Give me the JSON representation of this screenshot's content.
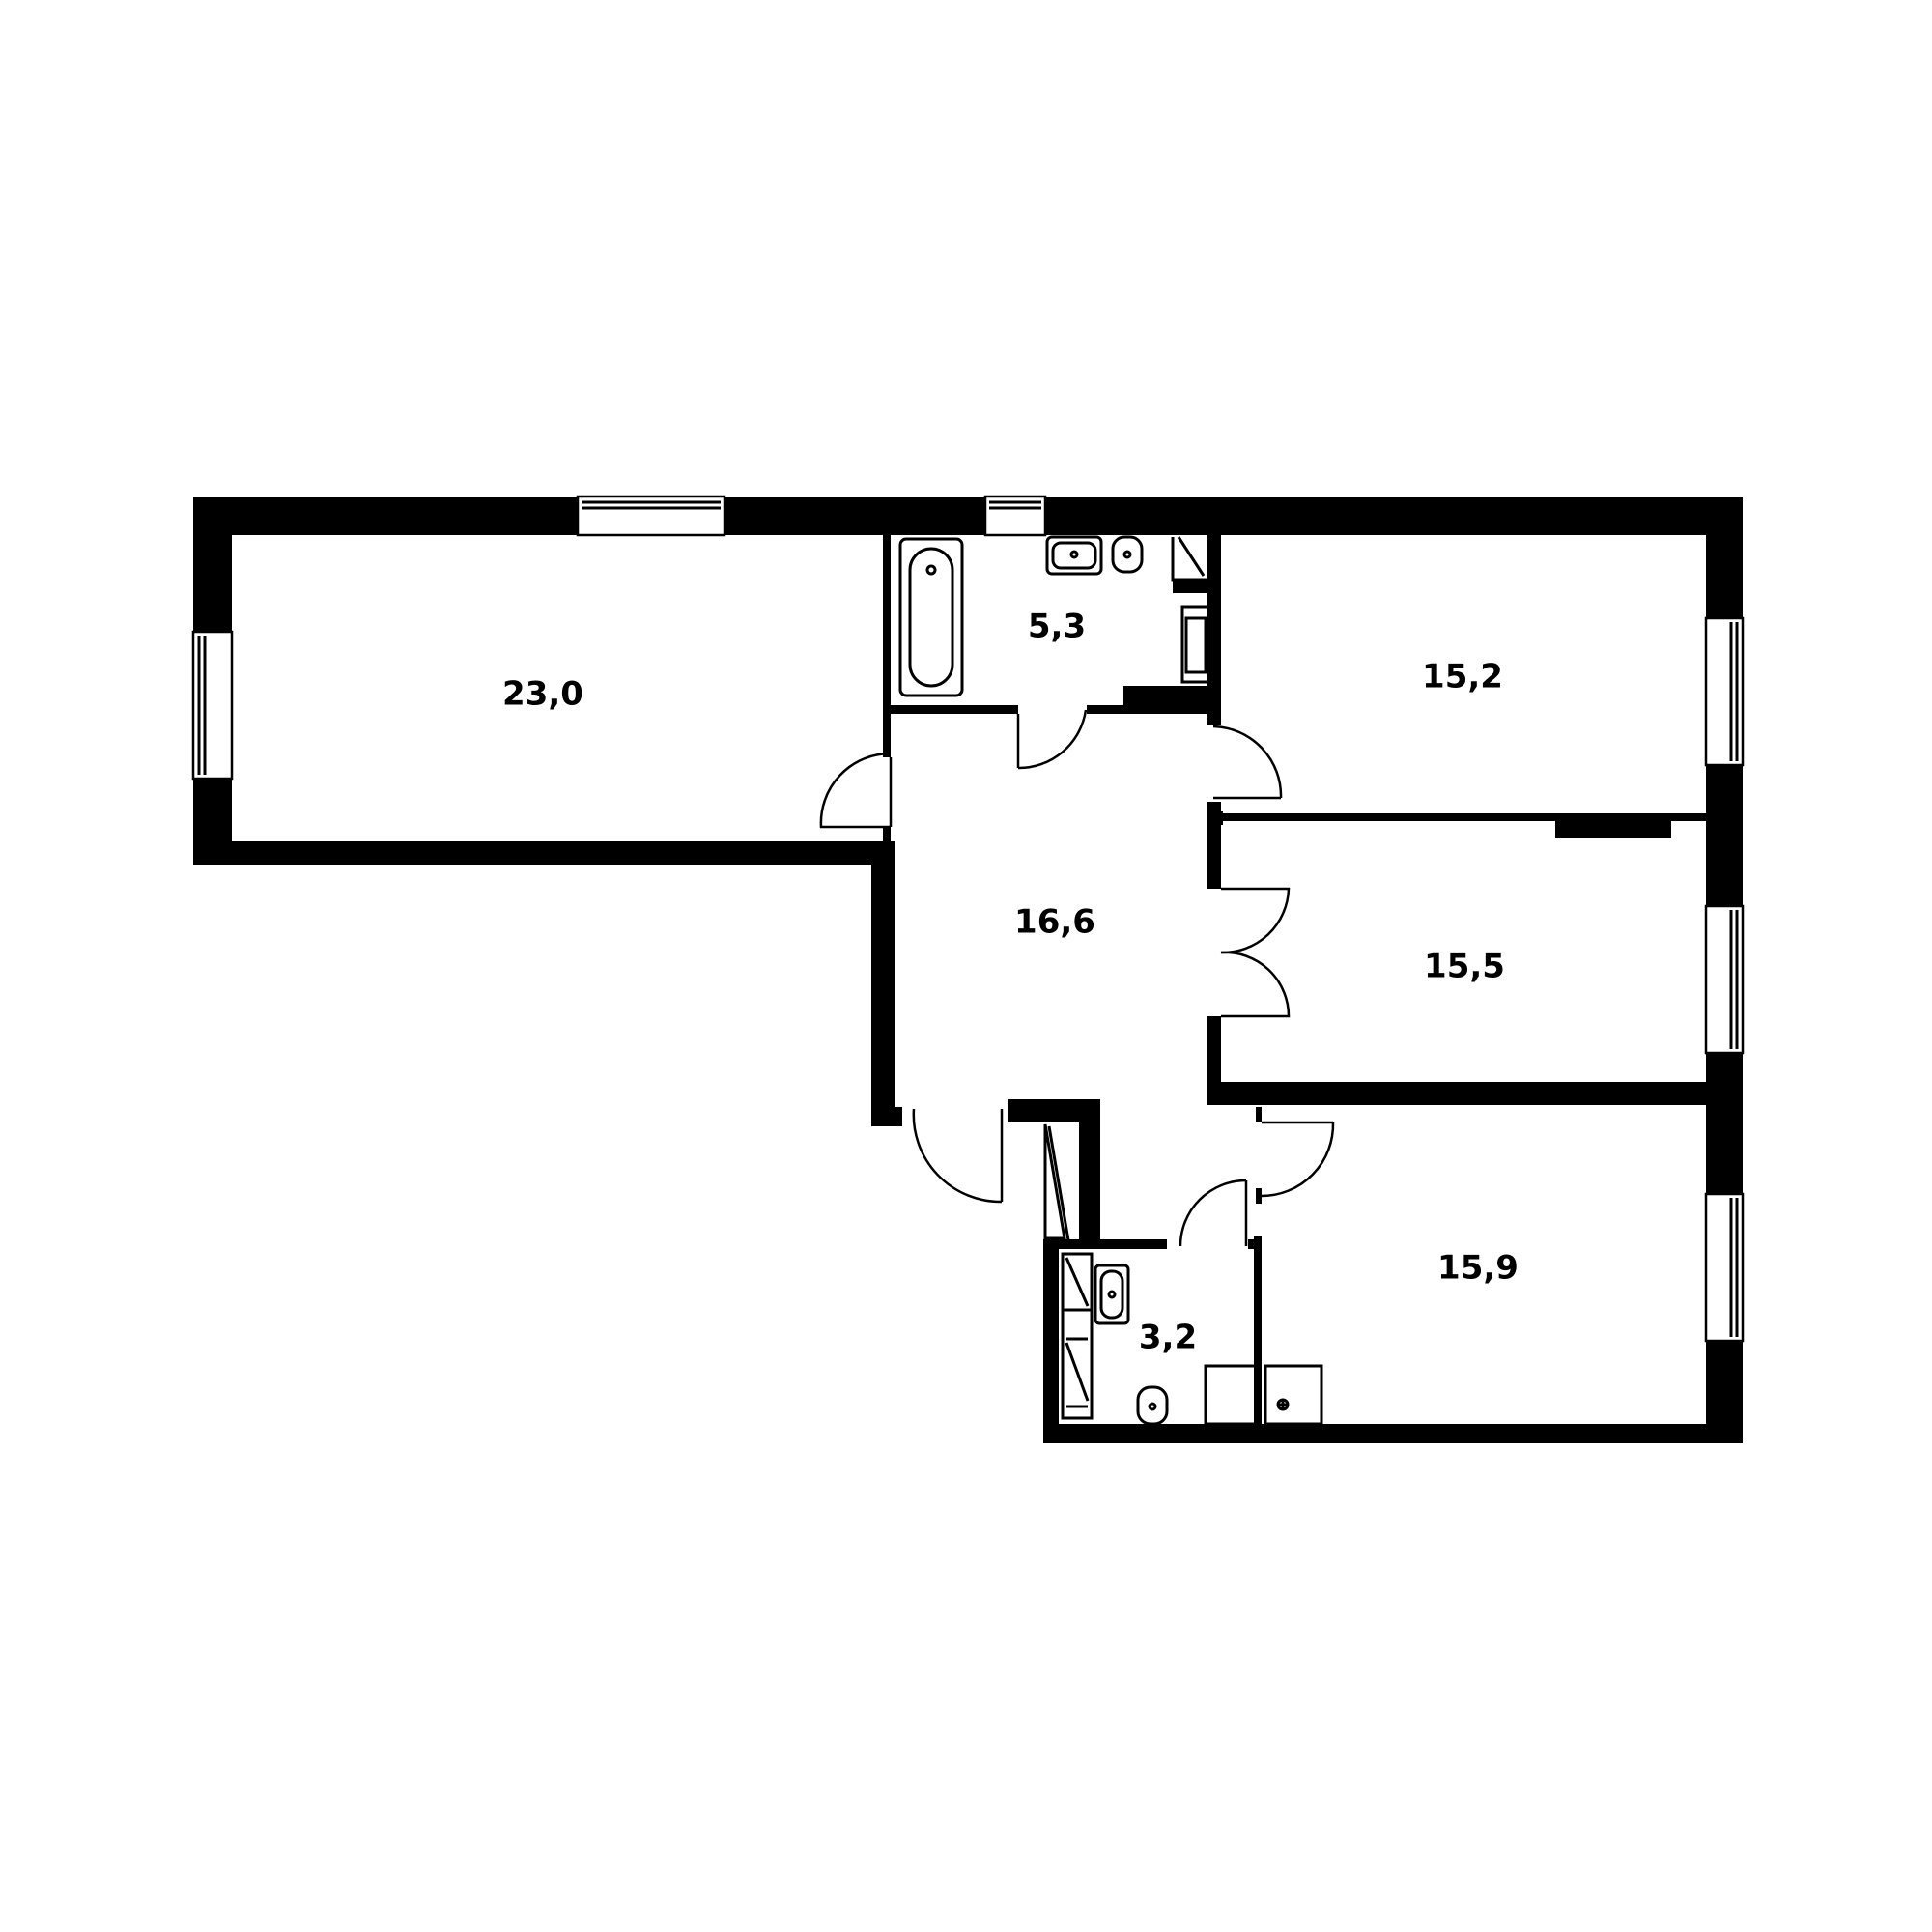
{
  "rooms": [
    {
      "id": "living",
      "area": "23,0"
    },
    {
      "id": "bath",
      "area": "5,3"
    },
    {
      "id": "bedroom-1",
      "area": "15,2"
    },
    {
      "id": "hall",
      "area": "16,6"
    },
    {
      "id": "bedroom-2",
      "area": "15,5"
    },
    {
      "id": "wc",
      "area": "3,2"
    },
    {
      "id": "kitchen",
      "area": "15,9"
    }
  ]
}
